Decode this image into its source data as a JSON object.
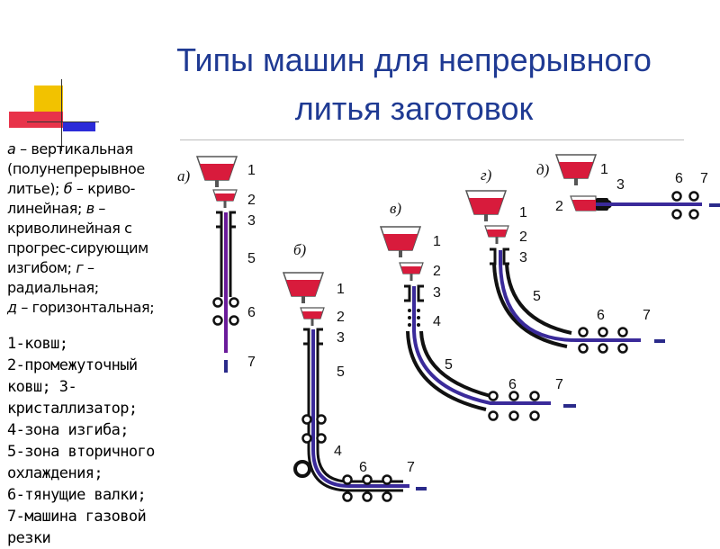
{
  "slide": {
    "title_line1": "Типы машин для непрерывного",
    "title_line2": "литья заготовок"
  },
  "legend": {
    "variants": [
      {
        "letter": "а",
        "text": " – вертикальная"
      },
      {
        "letter": "",
        "text": "(полунепрерывное"
      },
      {
        "letter": "",
        "text": "литье); "
      },
      {
        "letter": "б",
        "text": " – криво-"
      },
      {
        "letter": "",
        "text": "линейная; "
      },
      {
        "letter": "в",
        "text": " –"
      },
      {
        "letter": "",
        "text": "криволинейная с"
      },
      {
        "letter": "",
        "text": "прогрес-сирующим"
      },
      {
        "letter": "",
        "text": "изгибом; "
      },
      {
        "letter": "г",
        "text": " –"
      },
      {
        "letter": "",
        "text": "радиальная;"
      },
      {
        "letter": "д",
        "text": " – горизонтальная;"
      }
    ],
    "items": [
      "1-ковш;",
      "2-промежуточный",
      "ковш; 3-",
      "кристаллизатор;",
      "4-зона изгиба;",
      "5-зона вторичного",
      "охлаждения;",
      "6-тянущие валки;",
      "7-машина газовой",
      "резки"
    ]
  },
  "diagram": {
    "variant_labels": [
      "а)",
      "б)",
      "в)",
      "г)",
      "д)"
    ],
    "number_labels": [
      "1",
      "2",
      "3",
      "4",
      "5",
      "6",
      "7"
    ],
    "colors": {
      "title": "#1f3a93",
      "steel": "#d81b3c",
      "strand_outer": "#111111",
      "strand_inner": "#6a1b9a",
      "deco_yellow": "#f2c200",
      "deco_red": "#e8334a",
      "deco_blue": "#2b2bd8"
    }
  }
}
